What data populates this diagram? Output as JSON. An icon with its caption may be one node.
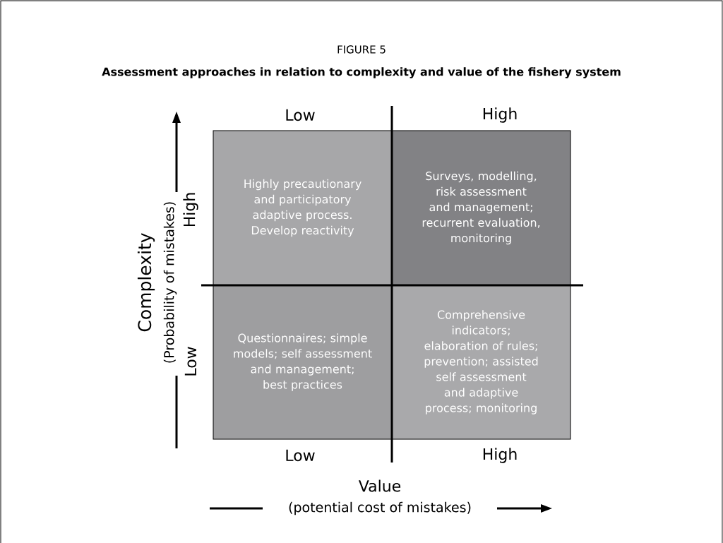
{
  "diagram": {
    "title": "Assessment approaches in relation to complexity and value of the fishery system",
    "nodes": [
      {
        "text": [
          "Highly precautionary and participatory adaptive process. Develop reactivity"
        ]
      },
      {
        "text": [
          "Surveys, modelling, risk assessment and management; recurrent evaluation, monitoring"
        ]
      },
      {
        "text": [
          "Questionnaires; simple models; self assessment and management; best practices"
        ]
      },
      {
        "text": [
          "Comprehensive indicators; elaboration of rules; prevention; assisted self assessment and adaptive process; monitoring"
        ]
      }
    ],
    "labels": [
      "FIGURE 5",
      "Low",
      "High",
      "High",
      "Low",
      "Low",
      "High",
      "Value",
      "(potential cost of mistakes)",
      "Complexity",
      "(Probability of mistakes)"
    ]
  }
}
